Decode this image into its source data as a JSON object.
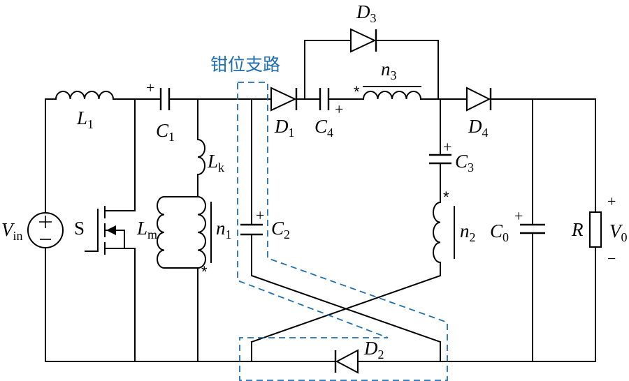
{
  "labels": {
    "L1": {
      "main": "L",
      "sub": "1"
    },
    "C1": {
      "main": "C",
      "sub": "1"
    },
    "Lk": {
      "main": "L",
      "sub": "k"
    },
    "Lm": {
      "main": "L",
      "sub": "m"
    },
    "n1": {
      "main": "n",
      "sub": "1"
    },
    "C2": {
      "main": "C",
      "sub": "2"
    },
    "D1": {
      "main": "D",
      "sub": "1"
    },
    "C4": {
      "main": "C",
      "sub": "4"
    },
    "n3": {
      "main": "n",
      "sub": "3"
    },
    "D3": {
      "main": "D",
      "sub": "3"
    },
    "C3": {
      "main": "C",
      "sub": "3"
    },
    "n2": {
      "main": "n",
      "sub": "2"
    },
    "D4": {
      "main": "D",
      "sub": "4"
    },
    "C0": {
      "main": "C",
      "sub": "0"
    },
    "R": "R",
    "V0": {
      "main": "V",
      "sub": "0"
    },
    "Vin": {
      "main": "V",
      "sub": "in"
    },
    "S": "S",
    "D2": {
      "main": "D",
      "sub": "2"
    }
  },
  "clamp_branch_label": "钳位支路",
  "symbols": {
    "plus": "+",
    "minus": "−",
    "dot": "*"
  },
  "colors": {
    "wire": "#000000",
    "clamp_path": "#1f6fb2"
  }
}
